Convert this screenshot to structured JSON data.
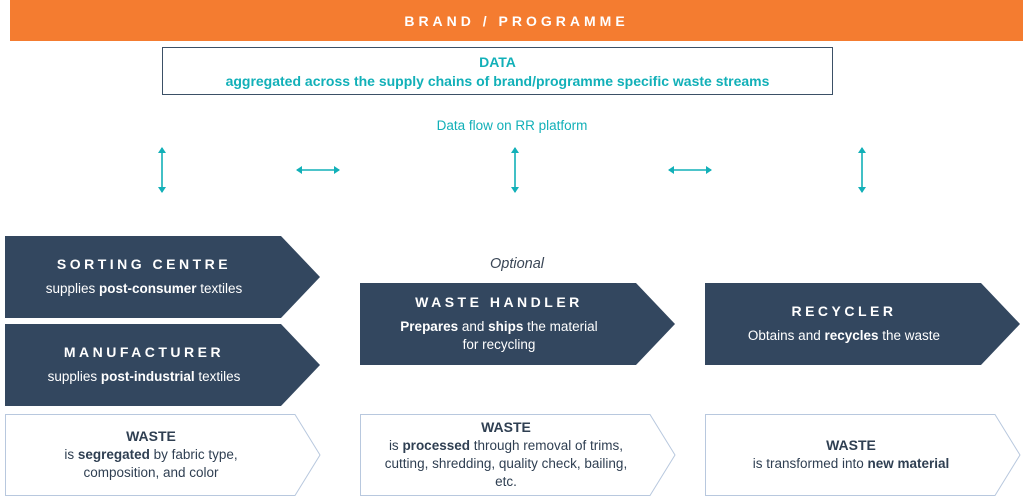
{
  "banner": {
    "title": "BRAND / PROGRAMME"
  },
  "data_box": {
    "title": "DATA",
    "subtitle": "aggregated across the supply chains of brand/programme specific waste streams"
  },
  "flow_label": "Data flow on RR platform",
  "optional_label": "Optional",
  "sorting_centre": {
    "title": "SORTING CENTRE",
    "desc_pre": "supplies ",
    "desc_bold": "post-consumer",
    "desc_post": " textiles"
  },
  "manufacturer": {
    "title": "MANUFACTURER",
    "desc_pre": "supplies ",
    "desc_bold": "post-industrial",
    "desc_post": " textiles"
  },
  "waste_handler": {
    "title": "WASTE HANDLER",
    "desc_bold1": "Prepares",
    "desc_mid": " and ",
    "desc_bold2": "ships",
    "desc_post": " the material",
    "desc_line2": "for recycling"
  },
  "recycler": {
    "title": "RECYCLER",
    "desc_pre": "Obtains and ",
    "desc_bold": "recycles",
    "desc_post": " the waste"
  },
  "waste_left": {
    "title": "WASTE",
    "l1_pre": "is ",
    "l1_bold": "segregated",
    "l1_post": " by fabric type,",
    "l2": "composition, and color"
  },
  "waste_mid": {
    "title": "WASTE",
    "l1_pre": "is ",
    "l1_bold": "processed",
    "l1_post": " through removal of trims,",
    "l2": "cutting, shredding, quality check, bailing,",
    "l3": "etc."
  },
  "waste_right": {
    "title": "WASTE",
    "l1_pre": "is transformed into ",
    "l1_bold": "new material"
  },
  "colors": {
    "banner": "#f47c30",
    "teal": "#12b0b8",
    "navy": "#33475f",
    "outline": "#b8c8de"
  }
}
